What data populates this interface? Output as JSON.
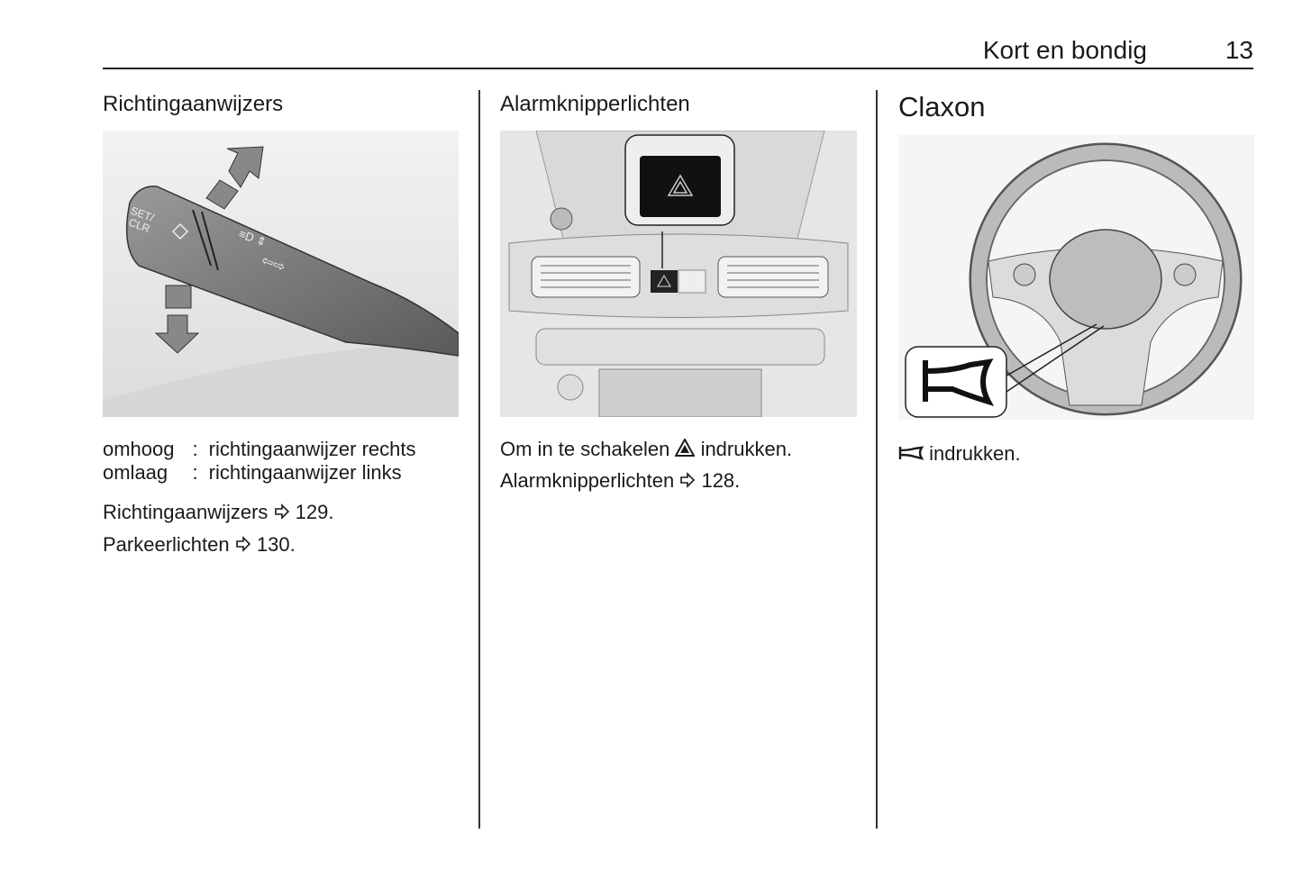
{
  "header": {
    "section_title": "Kort en bondig",
    "page_number": "13"
  },
  "columns": [
    {
      "heading": "Richtingaanwijzers",
      "illustration": {
        "subject": "turn-signal-stalk",
        "labels": [
          "SET/",
          "CLR"
        ]
      },
      "definitions": [
        {
          "term": "omhoog",
          "separator": ":",
          "desc": "richtingaanwijzer rechts"
        },
        {
          "term": "omlaag",
          "separator": ":",
          "desc": "richtingaanwijzer links"
        }
      ],
      "refs": [
        {
          "text": "Richtingaanwijzers",
          "icon": "page-reference-arrow-icon",
          "page": "129."
        },
        {
          "text": "Parkeerlichten",
          "icon": "page-reference-arrow-icon",
          "page": "130."
        }
      ]
    },
    {
      "heading": "Alarmknipperlichten",
      "illustration": {
        "subject": "hazard-warning-button-dashboard"
      },
      "line1_before": "Om in te schakelen",
      "line1_icon": "hazard-triangle-icon",
      "line1_after": "indrukken.",
      "refs": [
        {
          "text": "Alarmknipperlichten",
          "icon": "page-reference-arrow-icon",
          "page": "128."
        }
      ]
    },
    {
      "heading": "Claxon",
      "illustration": {
        "subject": "steering-wheel-horn"
      },
      "line1_icon": "horn-icon",
      "line1_after": "indrukken."
    }
  ],
  "colors": {
    "text": "#1a1a1a",
    "illustration_bg": "#ececec",
    "rule": "#222222"
  }
}
